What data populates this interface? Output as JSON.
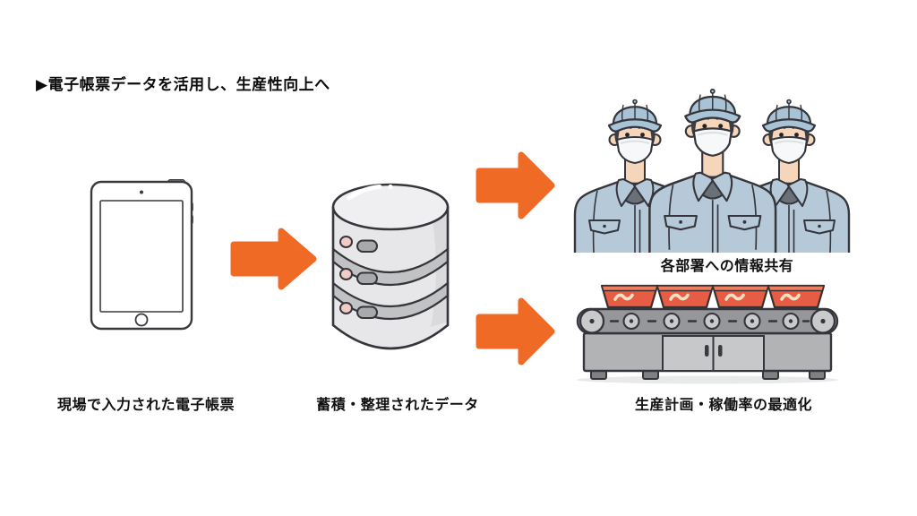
{
  "title": "▶電子帳票データを活用し、生産性向上へ",
  "nodes": {
    "tablet": {
      "label": "現場で入力された電子帳票",
      "icon": "tablet-icon"
    },
    "database": {
      "label": "蓄積・整理されたデータ",
      "icon": "database-icon"
    },
    "workers": {
      "label": "各部署への情報共有",
      "icon": "factory-workers-icon"
    },
    "conveyor": {
      "label": "生産計画・稼働率の最適化",
      "icon": "conveyor-belt-icon"
    }
  },
  "arrows": [
    {
      "name": "arrow-tablet-to-database",
      "direction": "right"
    },
    {
      "name": "arrow-database-to-workers",
      "direction": "right"
    },
    {
      "name": "arrow-database-to-conveyor",
      "direction": "right"
    }
  ],
  "colors": {
    "arrow": "#EF6A25",
    "background": "#FFFFFF",
    "text": "#111111",
    "outline": "#35353B",
    "uniform_blue": "#B6C9D8",
    "cap_blue": "#A9C3D6",
    "skin": "#F6D6BA",
    "hair": "#3E3E42",
    "mask_white": "#F7F8F9",
    "tray_red": "#E65C45",
    "tray_rim": "#EF7E61",
    "tray_food": "#F3E2C1",
    "machine_gray": "#B1B3B5",
    "belt_gray": "#95979A",
    "database_gray": "#E7E7E9",
    "database_band": "#C0C2C4",
    "led_pink": "#F3CAC6",
    "led_gray": "#A7A9AB"
  }
}
